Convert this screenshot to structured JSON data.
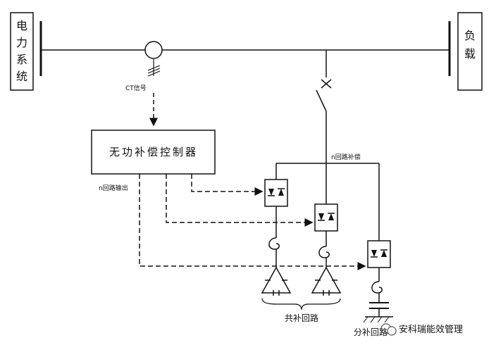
{
  "labels": {
    "power_system": [
      "电",
      "力",
      "系",
      "统"
    ],
    "load": [
      "负",
      "载"
    ],
    "ct_signal": "CT信号",
    "controller": "无功补偿控制器",
    "n_loop_output": "n回路输出",
    "n_loop_comp": "n回路补偿",
    "common_loop": "共补回路",
    "split_loop": "分补回路",
    "watermark": "安科瑞能效管理"
  }
}
